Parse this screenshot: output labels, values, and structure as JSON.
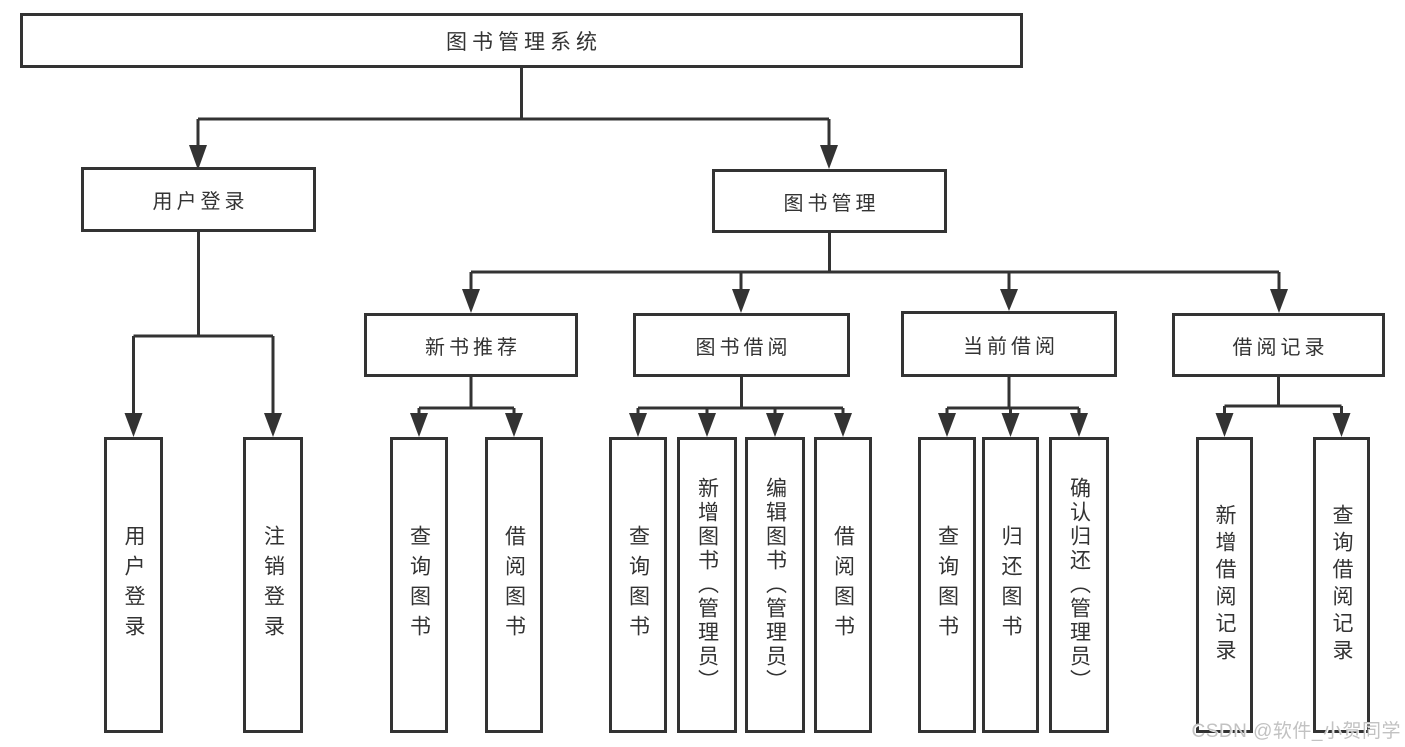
{
  "page": {
    "background": "#ffffff",
    "line_color": "#333333",
    "box_border_color": "#333333",
    "text_color": "#333333"
  },
  "diagram": {
    "tree": {
      "label": "图书管理系统",
      "children": [
        {
          "label": "用户登录",
          "children": [
            {
              "label": "用户登录"
            },
            {
              "label": "注销登录"
            }
          ]
        },
        {
          "label": "图书管理",
          "children": [
            {
              "label": "新书推荐",
              "children": [
                {
                  "label": "查询图书"
                },
                {
                  "label": "借阅图书"
                }
              ]
            },
            {
              "label": "图书借阅",
              "children": [
                {
                  "label": "查询图书"
                },
                {
                  "label": "新增图书（管理员）"
                },
                {
                  "label": "编辑图书（管理员）"
                },
                {
                  "label": "借阅图书"
                }
              ]
            },
            {
              "label": "当前借阅",
              "children": [
                {
                  "label": "查询图书"
                },
                {
                  "label": "归还图书"
                },
                {
                  "label": "确认归还（管理员）"
                }
              ]
            },
            {
              "label": "借阅记录",
              "children": [
                {
                  "label": "新增借阅记录"
                },
                {
                  "label": "查询借阅记录"
                }
              ]
            }
          ]
        }
      ]
    }
  },
  "watermark": {
    "text": "CSDN @软件_小贺同学",
    "color": "#c2c2c2"
  }
}
